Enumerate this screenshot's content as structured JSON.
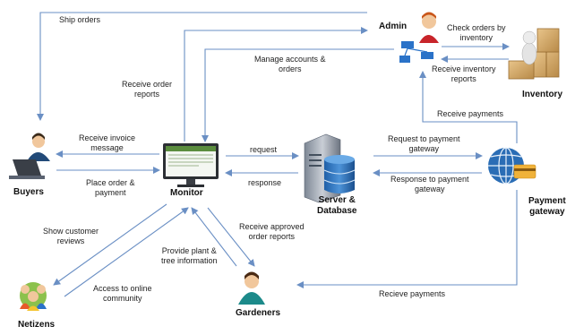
{
  "nodes": {
    "admin": "Admin",
    "inventory": "Inventory",
    "buyers": "Buyers",
    "monitor": "Monitor",
    "server_line1": "Server &",
    "server_line2": "Database",
    "payment_line1": "Payment",
    "payment_line2": "gateway",
    "netizens": "Netizens",
    "gardeners": "Gardeners"
  },
  "edges": {
    "ship_orders": "Ship orders",
    "receive_order_reports_1": "Receive order",
    "receive_order_reports_2": "reports",
    "manage_accounts_1": "Manage accounts &",
    "manage_accounts_2": "orders",
    "check_orders_1": "Check orders by",
    "check_orders_2": "inventory",
    "receive_inventory_1": "Receive inventory",
    "receive_inventory_2": "reports",
    "receive_payments_top": "Receive payments",
    "receive_invoice_1": "Receive invoice",
    "receive_invoice_2": "message",
    "place_order_1": "Place order &",
    "place_order_2": "payment",
    "request": "request",
    "response": "response",
    "request_payment_1": "Request to payment",
    "request_payment_2": "gateway",
    "response_payment_1": "Response to payment",
    "response_payment_2": "gateway",
    "show_reviews_1": "Show customer",
    "show_reviews_2": "reviews",
    "access_community_1": "Access to online",
    "access_community_2": "community",
    "provide_info_1": "Provide plant &",
    "provide_info_2": "tree information",
    "approved_reports_1": "Receive approved",
    "approved_reports_2": "order reports",
    "recieve_payments_bottom": "Recieve payments"
  },
  "colors": {
    "arrow": "#6a8fc4",
    "text": "#222222"
  }
}
